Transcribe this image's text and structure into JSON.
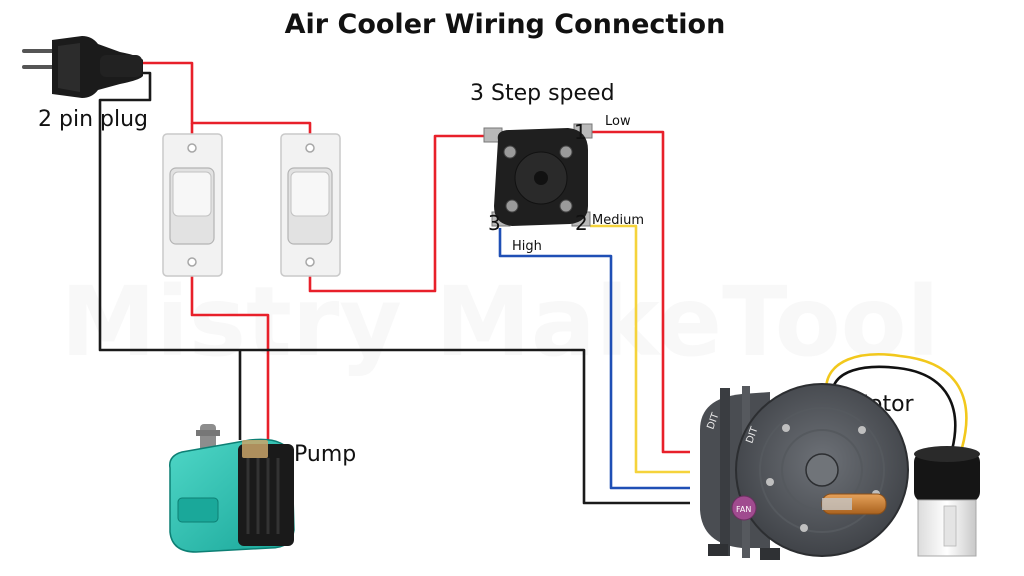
{
  "title": "Air Cooler Wiring Connection",
  "watermark": "Mistry MakeTool",
  "labels": {
    "plug": "2 pin plug",
    "speed_switch": "3 Step speed",
    "pump": "Pump",
    "motor": "Motor"
  },
  "speed_terminals": {
    "t1": "1",
    "t2": "2",
    "t3": "3",
    "low": "Low",
    "medium": "Medium",
    "high": "High"
  },
  "motor_text": {
    "left_tag": "DIT",
    "right_tag": "DIT",
    "logo": "FAN"
  },
  "wire_colors": {
    "phase": "#e8202a",
    "neutral": "#1a1a1a",
    "medium": "#f5d33b",
    "high": "#1f4fb5",
    "capacitor_lead": "#f2c81c"
  },
  "icons": [
    "plug-icon",
    "switch-icon",
    "speed-switch-icon",
    "pump-icon",
    "motor-icon",
    "capacitor-icon"
  ]
}
